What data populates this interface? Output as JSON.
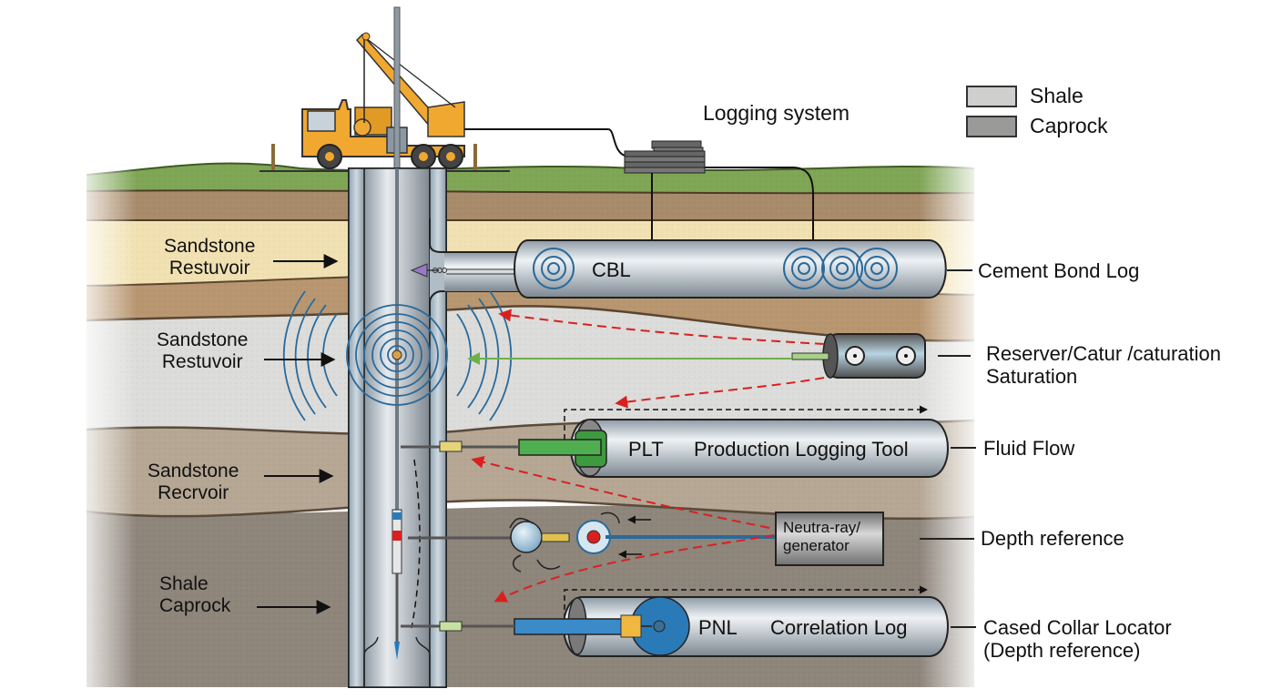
{
  "title": "Logging system",
  "legend": [
    {
      "label": "Shale",
      "color": "#cfcfcd"
    },
    {
      "label": "Caprock",
      "color": "#9a9a98"
    }
  ],
  "formations": [
    {
      "name": "Topsoil / grass",
      "color": "#7fa655"
    },
    {
      "name": "Soil",
      "color": "#a88b6a"
    },
    {
      "name": "Sandstone Restuvoir (upper)",
      "color": "#f1e1b2"
    },
    {
      "name": "Brown band",
      "color": "#b89670"
    },
    {
      "name": "Sandstone Restuvoir (middle)",
      "color": "#dcdcda"
    },
    {
      "name": "Sandstone Recrvoir",
      "color": "#b5a794"
    },
    {
      "name": "Shale Caprock",
      "color": "#8e857b"
    }
  ],
  "left_labels": [
    {
      "line1": "Sandstone",
      "line2": "Restuvoir"
    },
    {
      "line1": "Sandstone",
      "line2": "Restuvoir"
    },
    {
      "line1": "Sandstone",
      "line2": "Recrvoir"
    },
    {
      "line1": "Shale",
      "line2": "Caprock"
    }
  ],
  "tools": {
    "cbl": {
      "code": "CBL"
    },
    "plt": {
      "code": "PLT",
      "name": "Production Logging Tool"
    },
    "generator": {
      "line1": "Neutra-ray/",
      "line2": "generator"
    },
    "pnl": {
      "code": "PNL",
      "name": "Correlation Log"
    }
  },
  "right_labels": [
    {
      "line1": "Cement Bond Log",
      "line2": ""
    },
    {
      "line1": "Reserver/Catur /caturation",
      "line2": "Saturation"
    },
    {
      "line1": "Fluid Flow",
      "line2": ""
    },
    {
      "line1": "Depth reference",
      "line2": ""
    },
    {
      "line1": "Cased Collar Locator",
      "line2": "(Depth reference)"
    }
  ],
  "colors": {
    "truck": "#f0a830",
    "casing": "#b7c3cc",
    "signal_blue": "#2a6a9a",
    "red_arrow": "#d92020",
    "green_signal": "#6fb04a",
    "plt_green": "#3e9a3e",
    "pnl_blue": "#2a7ab8",
    "purple_arrow": "#9a78c8"
  }
}
